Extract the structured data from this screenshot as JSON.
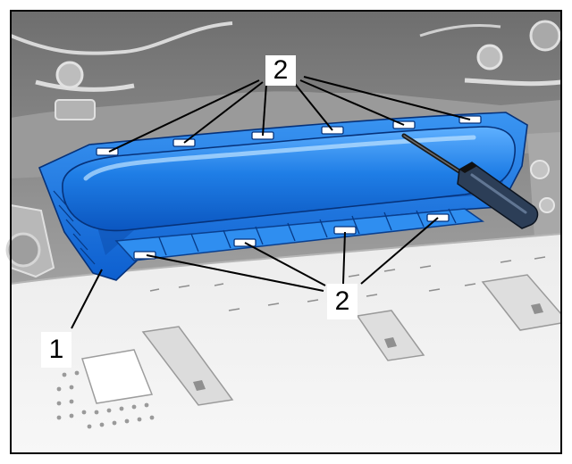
{
  "callouts": {
    "part_1": "1",
    "part_2_top": "2",
    "part_2_bottom": "2"
  },
  "colors": {
    "component_fill": "#1f7ee6",
    "component_dark": "#0a4fb0",
    "component_light": "#7cc0ff",
    "background_parts": "#d9d9d9",
    "frame": "#000000"
  },
  "icons": {
    "tool": "screwdriver-icon"
  }
}
